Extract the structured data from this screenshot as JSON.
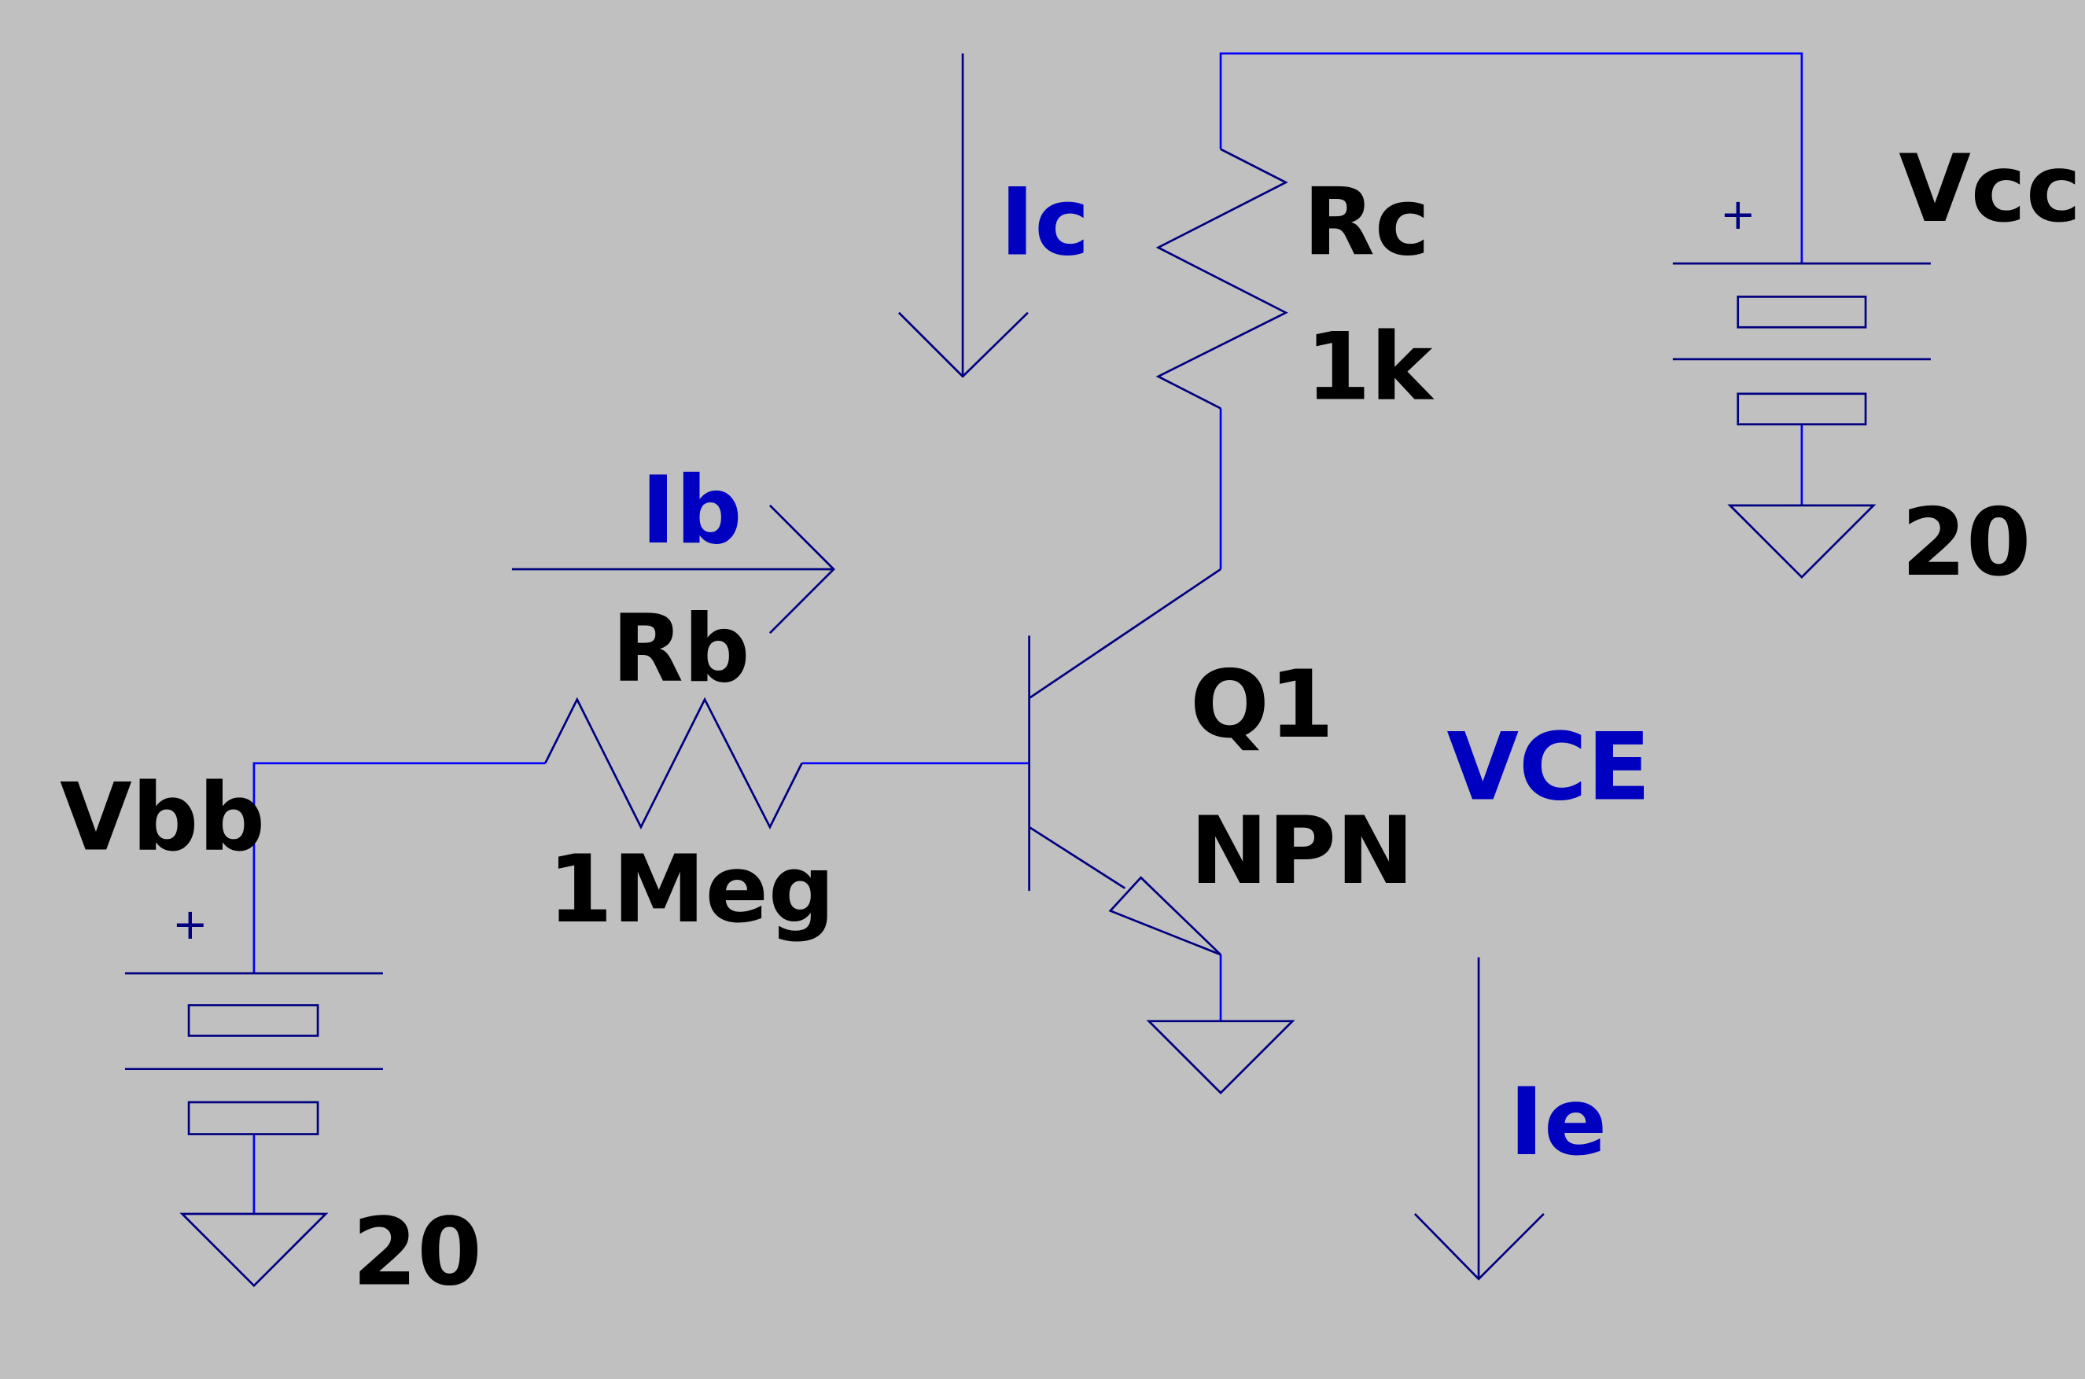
{
  "colors": {
    "background": "#c0c0c0",
    "wire": "#0000ff",
    "component": "#000080",
    "annotation": "#0000c0",
    "label": "#000000"
  },
  "components": {
    "rc": {
      "name": "Rc",
      "value": "1k"
    },
    "rb": {
      "name": "Rb",
      "value": "1Meg"
    },
    "vcc": {
      "name": "Vcc",
      "value": "20"
    },
    "vbb": {
      "name": "Vbb",
      "value": "20"
    },
    "q1": {
      "name": "Q1",
      "value": "NPN"
    }
  },
  "annotations": {
    "ic": "Ic",
    "ib": "Ib",
    "ie": "Ie",
    "vce": "VCE"
  },
  "symbols": {
    "plus": "+"
  }
}
